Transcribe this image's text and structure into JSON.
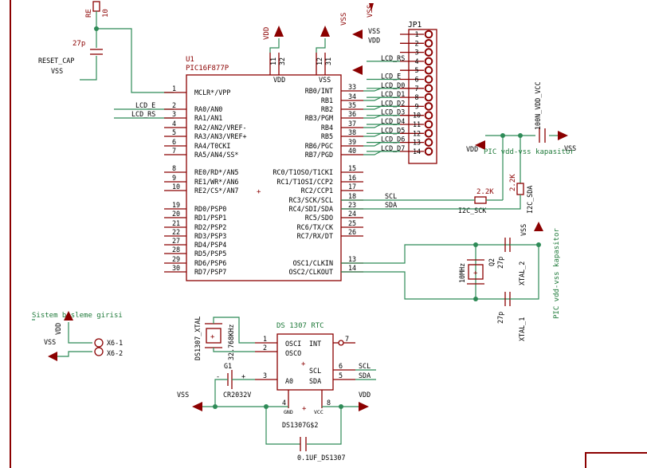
{
  "colors": {
    "wire": "#2e8b57",
    "part": "#8b0000",
    "label": "#1f7a3a",
    "text": "#000000",
    "background": "#ffffff"
  },
  "u1": {
    "name": "U1",
    "value": "PIC16F877P",
    "vdd": "VDD",
    "vss": "VSS",
    "vdd_pins": [
      "11",
      "32"
    ],
    "vss_pins": [
      "12",
      "31"
    ],
    "left_pins": [
      {
        "num": "1",
        "label": "MCLR*/VPP"
      },
      {
        "num": "2",
        "label": "RA0/AN0"
      },
      {
        "num": "3",
        "label": "RA1/AN1"
      },
      {
        "num": "4",
        "label": "RA2/AN2/VREF-"
      },
      {
        "num": "5",
        "label": "RA3/AN3/VREF+"
      },
      {
        "num": "6",
        "label": "RA4/T0CKI"
      },
      {
        "num": "7",
        "label": "RA5/AN4/SS*"
      },
      {
        "num": "8",
        "label": "RE0/RD*/AN5"
      },
      {
        "num": "9",
        "label": "RE1/WR*/AN6"
      },
      {
        "num": "10",
        "label": "RE2/CS*/AN7"
      },
      {
        "num": "19",
        "label": "RD0/PSP0"
      },
      {
        "num": "20",
        "label": "RD1/PSP1"
      },
      {
        "num": "21",
        "label": "RD2/PSP2"
      },
      {
        "num": "22",
        "label": "RD3/PSP3"
      },
      {
        "num": "27",
        "label": "RD4/PSP4"
      },
      {
        "num": "28",
        "label": "RD5/PSP5"
      },
      {
        "num": "29",
        "label": "RD6/PSP6"
      },
      {
        "num": "30",
        "label": "RD7/PSP7"
      }
    ],
    "right_pins": [
      {
        "num": "33",
        "label": "RB0/INT"
      },
      {
        "num": "34",
        "label": "RB1"
      },
      {
        "num": "35",
        "label": "RB2"
      },
      {
        "num": "36",
        "label": "RB3/PGM"
      },
      {
        "num": "37",
        "label": "RB4"
      },
      {
        "num": "38",
        "label": "RB5"
      },
      {
        "num": "39",
        "label": "RB6/PGC"
      },
      {
        "num": "40",
        "label": "RB7/PGD"
      },
      {
        "num": "15",
        "label": "RC0/T1OSO/T1CKI"
      },
      {
        "num": "16",
        "label": "RC1/T1OSI/CCP2"
      },
      {
        "num": "17",
        "label": "RC2/CCP1"
      },
      {
        "num": "18",
        "label": "RC3/SCK/SCL"
      },
      {
        "num": "23",
        "label": "RC4/SDI/SDA"
      },
      {
        "num": "24",
        "label": "RC5/SDO"
      },
      {
        "num": "25",
        "label": "RC6/TX/CK"
      },
      {
        "num": "26",
        "label": "RC7/RX/DT"
      },
      {
        "num": "13",
        "label": "OSC1/CLKIN"
      },
      {
        "num": "14",
        "label": "OSC2/CLKOUT"
      }
    ]
  },
  "top_left": {
    "r_ref": "RE",
    "r_val": "10",
    "cap_val": "27p",
    "cap_name": "RESET_CAP",
    "vss": "VSS"
  },
  "ra_nets": [
    "LCD_E",
    "LCD_RS"
  ],
  "jp1": {
    "name": "JP1",
    "pins": [
      "1",
      "2",
      "3",
      "4",
      "5",
      "6",
      "7",
      "8",
      "9",
      "10",
      "11",
      "12",
      "13",
      "14"
    ],
    "nets": [
      "VSS",
      "VDD",
      "",
      "LCD_RS",
      "",
      "LCD_E",
      "LCD_D0",
      "LCD_D1",
      "LCD_D2",
      "LCD_D3",
      "LCD_D4",
      "LCD_D5",
      "LCD_D6",
      "LCD_D7"
    ],
    "top_supplies": [
      "VSS",
      "VSS"
    ]
  },
  "supply": {
    "vdd_top": "VDD",
    "vss_top": "VSS"
  },
  "decoupling": {
    "vdd": "VDD",
    "vss": "VSS",
    "cap": "100N_VDD_VCC",
    "label": "PIC vdd-vss kapasitor"
  },
  "i2c": {
    "r_val": "2.2K",
    "r_val2": "2.2K",
    "scl_res": "I2C_SCK",
    "sda_res": "I2C_SDA",
    "scl": "SCL",
    "sda": "SDA"
  },
  "osc": {
    "q": "Q2",
    "freq": "10MHz",
    "cap1_name": "XTAL_2",
    "cap1_val": "27p",
    "cap2_name": "XTAL_1",
    "cap2_val": "27p",
    "vss": "VSS",
    "label": "PIC vdd-vss kapasitor"
  },
  "power_in": {
    "label": "Sistem besleme girisi",
    "vdd": "VDD",
    "vss": "VSS",
    "pins": [
      "X6-1",
      "X6-2"
    ]
  },
  "rtc": {
    "title": "DS 1307 RTC",
    "xtal_name": "DS1307_XTAL",
    "xtal_freq": "32.768KHz",
    "left_pins": [
      {
        "num": "1",
        "label": "OSCI"
      },
      {
        "num": "2",
        "label": "OSCO"
      },
      {
        "num": "3",
        "label": "A0"
      }
    ],
    "right_pins": [
      {
        "num": "7",
        "label": "INT"
      },
      {
        "num": "6",
        "label": "SCL"
      },
      {
        "num": "5",
        "label": "SDA"
      }
    ],
    "gnd": {
      "num": "4",
      "label": "GND"
    },
    "vcc": {
      "num": "8",
      "label": "VCC"
    },
    "gate": "DS1307G$2",
    "cap": "0.1UF_DS1307",
    "vss": "VSS",
    "vdd": "VDD",
    "battery": "G1",
    "battery_type": "CR2032V",
    "bat_minus": "-",
    "bat_plus": "+",
    "scl": "SCL",
    "sda": "SDA"
  },
  "marks": {
    "plus": "+"
  }
}
